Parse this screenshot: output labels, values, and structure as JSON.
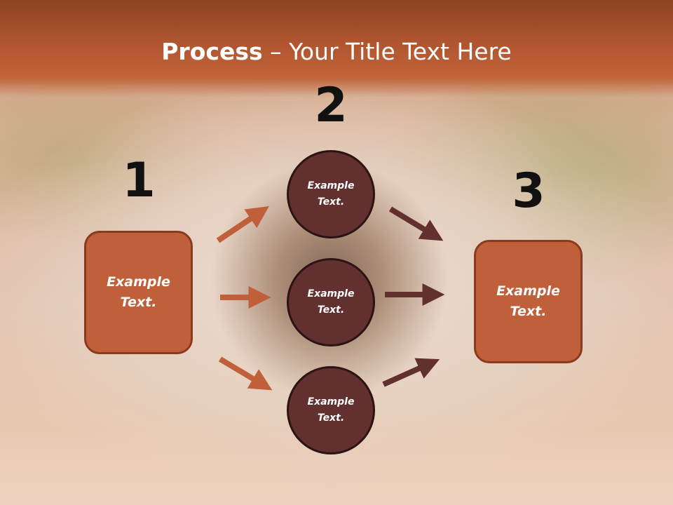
{
  "slide": {
    "title_bold": "Process",
    "title_rest": " – Your Title Text Here",
    "numbers": [
      "1",
      "2",
      "3"
    ],
    "left_box": "Example Text.",
    "right_box": "Example Text.",
    "circles": [
      "Example Text.",
      "Example Text.",
      "Example Text."
    ]
  },
  "colors": {
    "accent": "#c0603a",
    "accent_dark": "#8a3a1f",
    "circle_fill": "#62302e",
    "arrow_orange": "#c0603a",
    "arrow_dark": "#62302e"
  }
}
